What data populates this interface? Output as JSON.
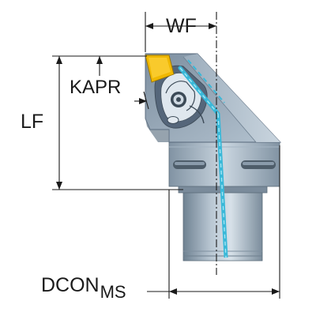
{
  "labels": {
    "wf": "WF",
    "kapr": "KAPR",
    "lf": "LF",
    "dcon": "DCON",
    "dcon_subscript": "MS"
  },
  "colors": {
    "steel_dark": "#5e6f7e",
    "steel_mid": "#8b9dad",
    "steel_light": "#c6d2dc",
    "shank_mid": "#a9b8c6",
    "insert_gold": "#f0b800",
    "coolant_cyan": "#39b8d8",
    "dimension_line": "#1a1a1a"
  },
  "icons": {
    "arrowhead": "arrowhead-icon",
    "clamp_screw": "screw-icon"
  }
}
